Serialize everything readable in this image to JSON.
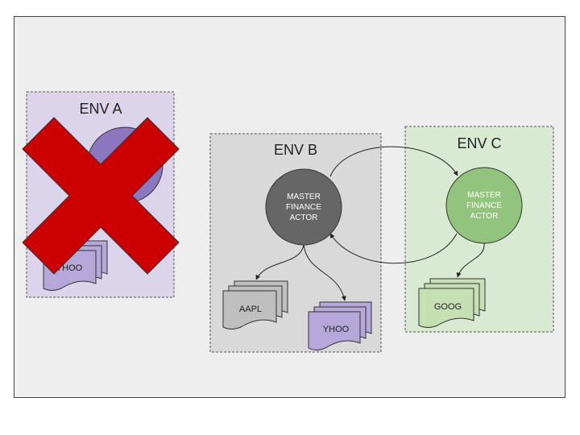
{
  "diagram": {
    "env_a": {
      "label": "ENV A",
      "doc_label": "YHOO",
      "fill": "#dcd4ea",
      "actor_fill": "#8c78c0",
      "doc_fill": "#b5a7d8",
      "status": "removed",
      "cross_color": "#cc0000"
    },
    "env_b": {
      "label": "ENV B",
      "fill": "#d9d9d9",
      "actor": {
        "line1": "MASTER",
        "line2": "FINANCE",
        "line3": "ACTOR",
        "fill": "#666666"
      },
      "docs": [
        {
          "label": "AAPL",
          "fill": "#bfbfbf"
        },
        {
          "label": "YHOO",
          "fill": "#b5a7d8"
        }
      ]
    },
    "env_c": {
      "label": "ENV C",
      "fill": "#d9ead3",
      "actor": {
        "line1": "MASTER",
        "line2": "FINANCE",
        "line3": "ACTOR",
        "fill": "#93c47d"
      },
      "docs": [
        {
          "label": "GOOG",
          "fill": "#c6e0b4"
        }
      ]
    }
  }
}
